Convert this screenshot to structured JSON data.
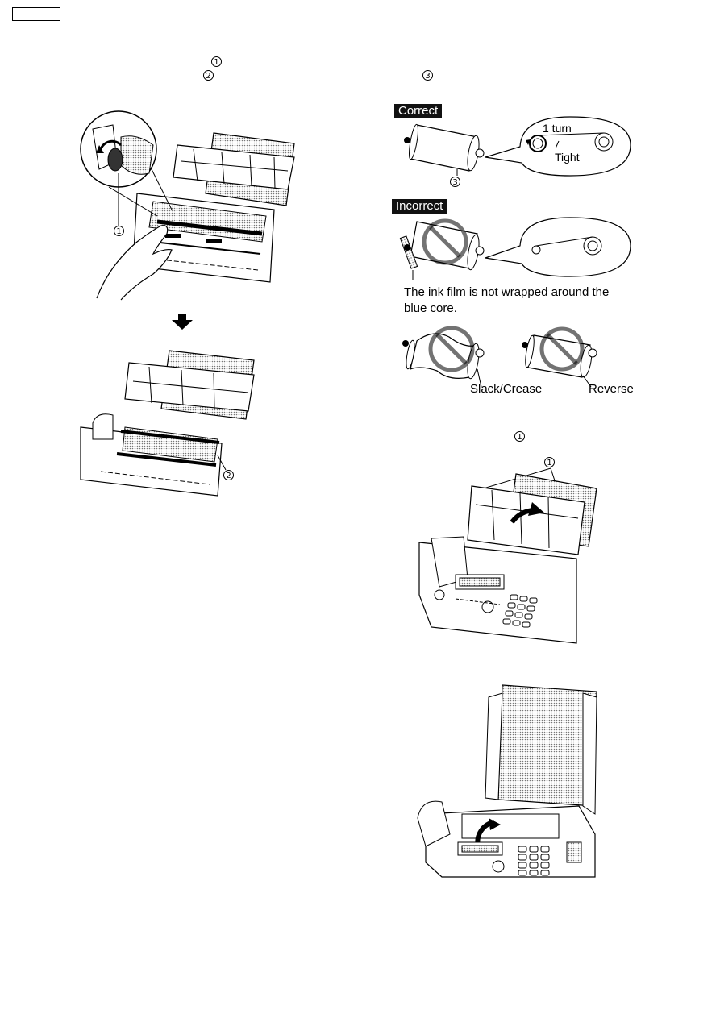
{
  "page": {
    "callouts": {
      "step1_marker": "1",
      "step2_marker": "2",
      "step3_marker": "3",
      "step4_marker": "1"
    }
  },
  "ink_film_guide": {
    "correct_label": "Correct",
    "incorrect_label": "Incorrect",
    "one_turn": "1 turn",
    "tight": "Tight",
    "marker_3": "3",
    "not_wrapped_note_line1": "The ink film is not wrapped around the",
    "not_wrapped_note_line2": "blue core.",
    "slack_crease": "Slack/Crease",
    "reverse": "Reverse"
  },
  "figures": {
    "fig1_marker": "1",
    "fig2_marker": "2",
    "fig_close_marker": "1"
  }
}
